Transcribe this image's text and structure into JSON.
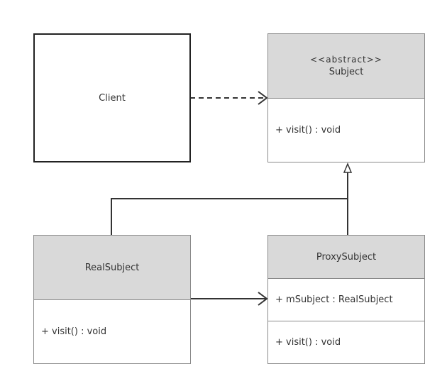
{
  "client": {
    "name": "Client"
  },
  "subject": {
    "stereotype": "<<abstract>>",
    "name": "Subject",
    "methods": [
      "+ visit() : void"
    ]
  },
  "real_subject": {
    "name": "RealSubject",
    "methods": [
      "+ visit() : void"
    ]
  },
  "proxy_subject": {
    "name": "ProxySubject",
    "fields": [
      "+ mSubject : RealSubject"
    ],
    "methods": [
      "+ visit() : void"
    ]
  },
  "colors": {
    "header_fill": "#d9d9d9",
    "class_border": "#8a8a8a",
    "client_border": "#222222",
    "line": "#333333"
  }
}
